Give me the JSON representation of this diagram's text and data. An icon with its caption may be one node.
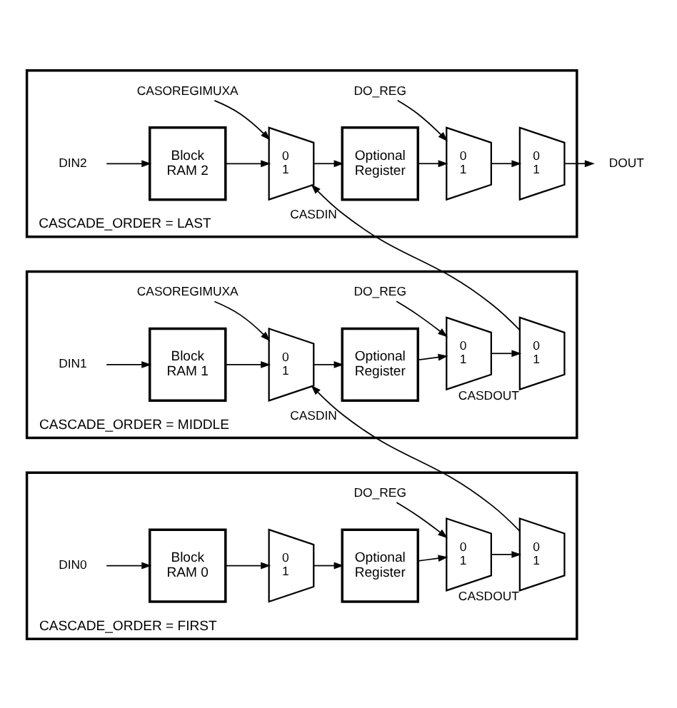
{
  "diagram": {
    "nodes": [
      {
        "text": [
          "CASCADE_ORDER = LAST"
        ]
      },
      {
        "text": [
          "DIN2"
        ],
        "in": 0
      },
      {
        "text": [
          "Block RAM 2"
        ],
        "in": 0
      },
      {
        "text": [
          "CASOREGIMUXA"
        ],
        "in": 0
      },
      {
        "text": [
          "0",
          "1"
        ],
        "in": 0
      },
      {
        "text": [
          "Optional Register"
        ],
        "in": 0
      },
      {
        "text": [
          "DO_REG"
        ],
        "in": 0
      },
      {
        "text": [
          "0",
          "1"
        ],
        "in": 0
      },
      {
        "text": [
          "0",
          "1"
        ],
        "in": 0
      },
      {
        "text": [
          "DOUT"
        ]
      },
      {
        "text": [
          "CASCADE_ORDER = MIDDLE"
        ]
      },
      {
        "text": [
          "DIN1"
        ],
        "in": 10
      },
      {
        "text": [
          "Block RAM 1"
        ],
        "in": 10
      },
      {
        "text": [
          "CASOREGIMUXA"
        ],
        "in": 10
      },
      {
        "text": [
          "0",
          "1"
        ],
        "in": 10
      },
      {
        "text": [
          "Optional Register"
        ],
        "in": 10
      },
      {
        "text": [
          "DO_REG"
        ],
        "in": 10
      },
      {
        "text": [
          "0",
          "1"
        ],
        "in": 10
      },
      {
        "text": [
          "0",
          "1"
        ],
        "in": 10,
        "beside": [
          "CASDOUT"
        ]
      },
      {
        "text": [
          "CASCADE_ORDER = FIRST"
        ]
      },
      {
        "text": [
          "DIN0"
        ],
        "in": 19
      },
      {
        "text": [
          "Block RAM 0"
        ],
        "in": 19
      },
      {
        "text": [
          "0",
          "1"
        ],
        "in": 19
      },
      {
        "text": [
          "Optional Register"
        ],
        "in": 19
      },
      {
        "text": [
          "DO_REG"
        ],
        "in": 19
      },
      {
        "text": [
          "0",
          "1"
        ],
        "in": 19
      },
      {
        "text": [
          "0",
          "1"
        ],
        "in": 19,
        "beside": [
          "CASDOUT"
        ]
      }
    ],
    "edges": [
      {
        "from": 1,
        "to": 2,
        "arrow": "to"
      },
      {
        "from": 2,
        "to": 4,
        "arrow": "to"
      },
      {
        "from": 3,
        "to": 4,
        "arrow": "to"
      },
      {
        "from": 4,
        "to": 5,
        "arrow": "to"
      },
      {
        "from": 5,
        "to": 7,
        "arrow": "to"
      },
      {
        "from": 6,
        "to": 7,
        "arrow": "to"
      },
      {
        "from": 7,
        "to": 8,
        "arrow": "to"
      },
      {
        "from": 8,
        "to": 9,
        "arrow": "to"
      },
      {
        "from": 18,
        "to": 4,
        "label": "CASDIN",
        "arrow": "to"
      },
      {
        "from": 11,
        "to": 12,
        "arrow": "to"
      },
      {
        "from": 12,
        "to": 14,
        "arrow": "to"
      },
      {
        "from": 13,
        "to": 14,
        "arrow": "to"
      },
      {
        "from": 14,
        "to": 15,
        "arrow": "to"
      },
      {
        "from": 15,
        "to": 17,
        "arrow": "to"
      },
      {
        "from": 16,
        "to": 17,
        "arrow": "to"
      },
      {
        "from": 17,
        "to": 18,
        "arrow": "to"
      },
      {
        "from": 26,
        "to": 14,
        "label": "CASDIN",
        "arrow": "to"
      },
      {
        "from": 20,
        "to": 21,
        "arrow": "to"
      },
      {
        "from": 21,
        "to": 22,
        "arrow": "to"
      },
      {
        "from": 22,
        "to": 23,
        "arrow": "to"
      },
      {
        "from": 23,
        "to": 25,
        "arrow": "to"
      },
      {
        "from": 24,
        "to": 25,
        "arrow": "to"
      },
      {
        "from": 25,
        "to": 26,
        "arrow": "to"
      }
    ]
  }
}
